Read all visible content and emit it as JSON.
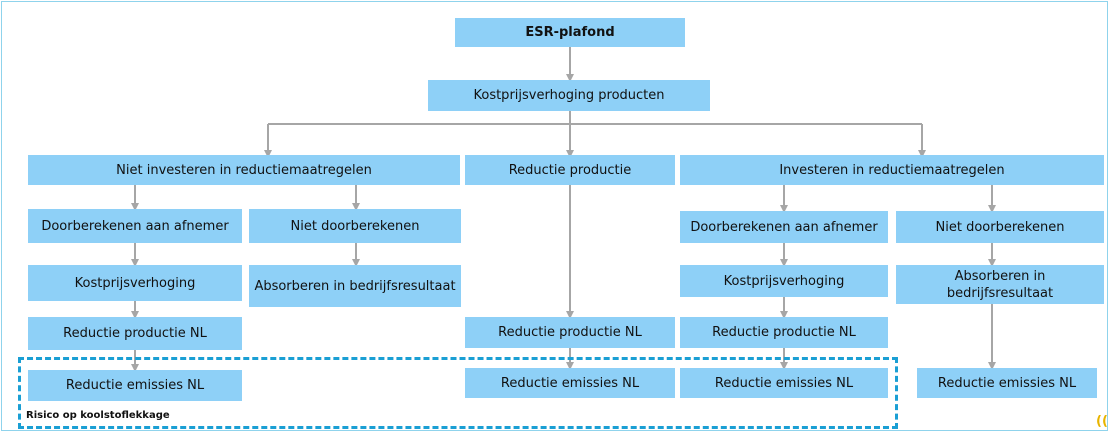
{
  "nodes": {
    "esr_plafond": "ESR-plafond",
    "kostprijsverhoging_producten": "Kostprijsverhoging producten",
    "niet_investeren": "Niet investeren in reductiemaatregelen",
    "reductie_productie": "Reductie productie",
    "investeren": "Investeren in reductiemaatregelen",
    "left_doorberekenen": "Doorberekenen aan afnemer",
    "left_niet_doorberekenen": "Niet doorberekenen",
    "left_kostprijsverhoging": "Kostprijsverhoging",
    "left_absorberen": "Absorberen in bedrijfsresultaat",
    "left_reductie_productie_nl": "Reductie productie NL",
    "left_reductie_emissies_nl": "Reductie emissies NL",
    "mid_reductie_productie_nl": "Reductie productie NL",
    "mid_reductie_emissies_nl": "Reductie emissies NL",
    "right_doorberekenen": "Doorberekenen aan afnemer",
    "right_niet_doorberekenen": "Niet doorberekenen",
    "right_kostprijsverhoging": "Kostprijsverhoging",
    "right_absorberen": "Absorberen in bedrijfsresultaat",
    "right_reductie_productie_nl": "Reductie productie NL",
    "right_reductie_emissies_nl": "Reductie emissies NL",
    "far_right_reductie_emissies_nl": "Reductie emissies NL"
  },
  "risk_group_label": "Risico op koolstoflekkage",
  "corner_glyph": "((",
  "colors": {
    "node_fill": "#8ed0f7",
    "edge": "#a6a6a6",
    "risk_border": "#1a9fd4",
    "frame_border": "#8fd3ec"
  }
}
